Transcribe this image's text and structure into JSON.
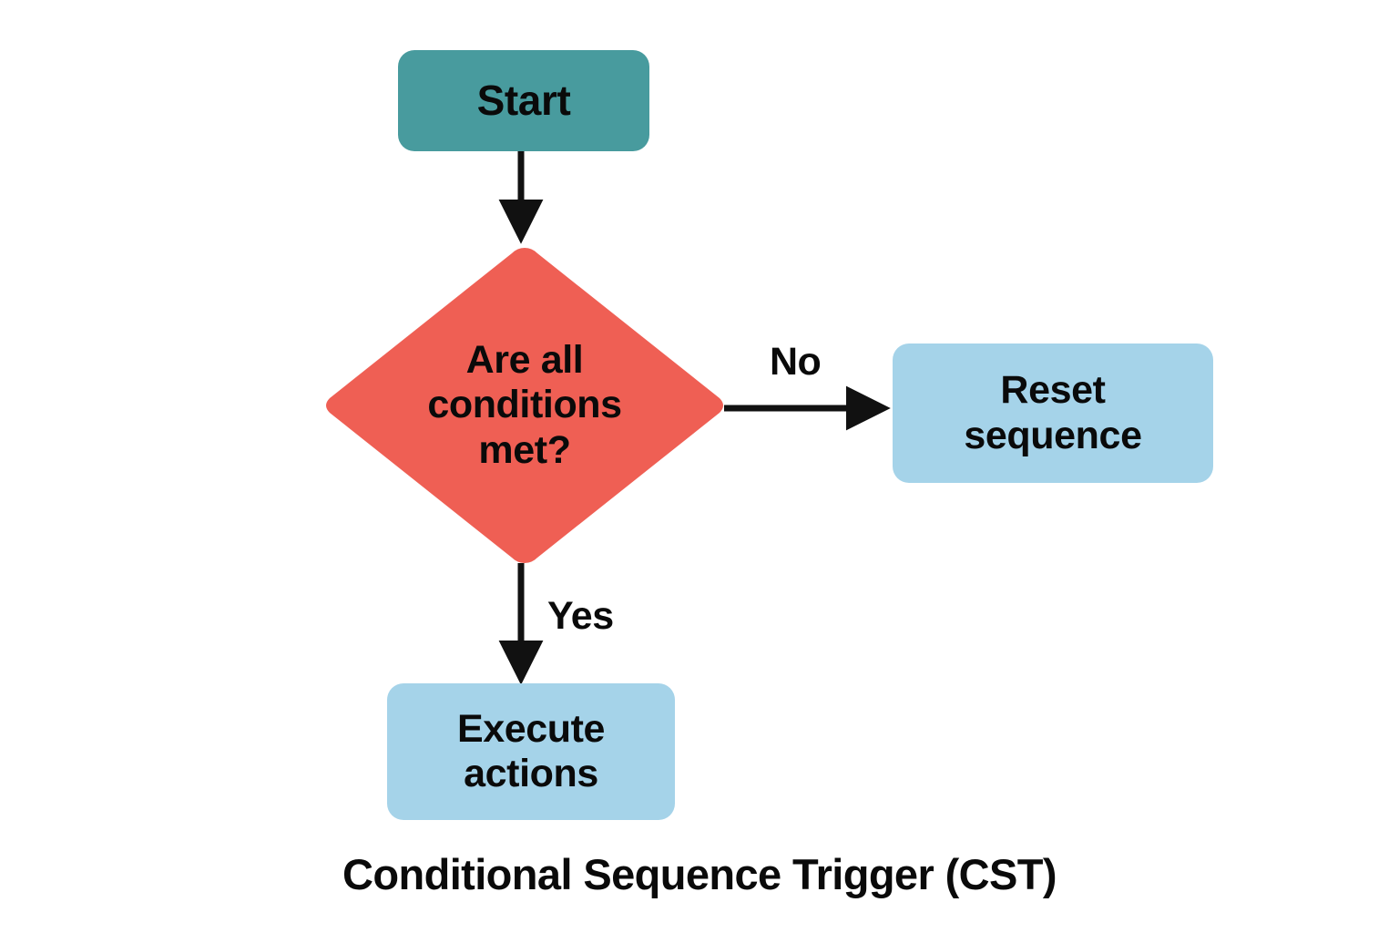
{
  "diagram": {
    "caption": "Conditional Sequence Trigger (CST)",
    "background_color": "#ffffff",
    "type": "flowchart",
    "nodes": [
      {
        "id": "start",
        "label": "Start",
        "shape": "rounded-rectangle",
        "color": "#489b9e",
        "text_color": "#0a0a0a"
      },
      {
        "id": "decision",
        "label": "Are all\nconditions\nmet?",
        "shape": "diamond",
        "color": "#ef5f54",
        "text_color": "#0a0a0a"
      },
      {
        "id": "reset",
        "label": "Reset\nsequence",
        "shape": "rounded-rectangle",
        "color": "#a5d3e9",
        "text_color": "#0a0a0a"
      },
      {
        "id": "execute",
        "label": "Execute\nactions",
        "shape": "rounded-rectangle",
        "color": "#a5d3e9",
        "text_color": "#0a0a0a"
      }
    ],
    "edges": [
      {
        "id": "start-to-decision",
        "from": "start",
        "to": "decision",
        "label": "",
        "direction": "down"
      },
      {
        "id": "decision-to-reset",
        "from": "decision",
        "to": "reset",
        "label": "No",
        "direction": "right"
      },
      {
        "id": "decision-to-execute",
        "from": "decision",
        "to": "execute",
        "label": "Yes",
        "direction": "down"
      }
    ],
    "edge_color": "#111111"
  }
}
